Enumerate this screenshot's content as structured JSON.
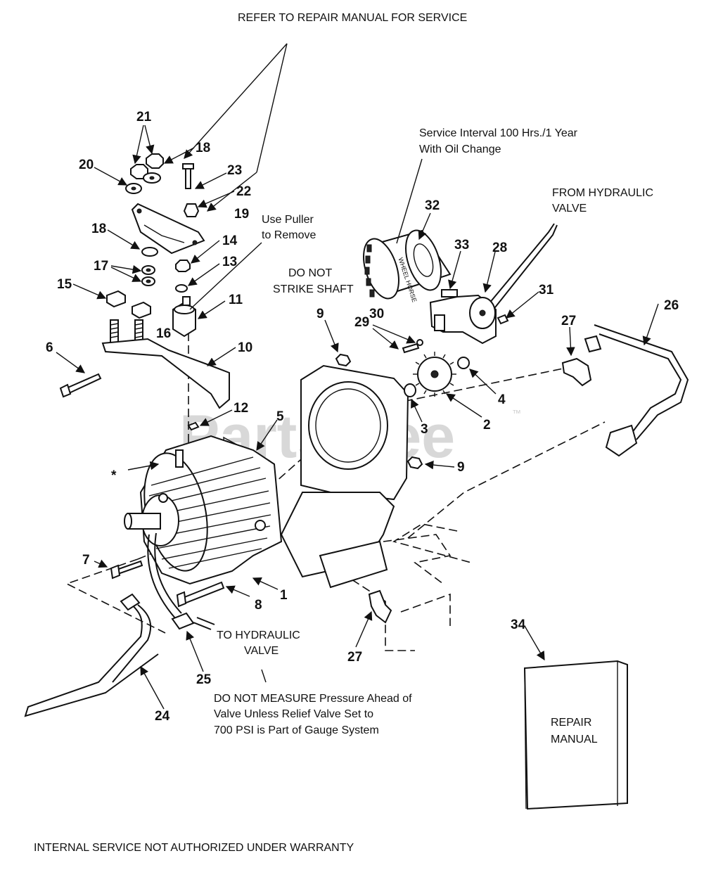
{
  "notes": {
    "header": "REFER TO REPAIR MANUAL FOR SERVICE",
    "footer": "INTERNAL SERVICE NOT AUTHORIZED UNDER WARRANTY",
    "service_interval_line1": "Service Interval 100 Hrs./1 Year",
    "service_interval_line2": "With Oil Change",
    "from_valve_line1": "FROM HYDRAULIC",
    "from_valve_line2": "VALVE",
    "puller_line1": "Use Puller",
    "puller_line2": "to Remove",
    "strike_line1": "DO NOT",
    "strike_line2": "STRIKE SHAFT",
    "to_valve_line1": "TO HYDRAULIC",
    "to_valve_line2": "VALVE",
    "measure_line1": "DO NOT MEASURE Pressure Ahead of",
    "measure_line2": "Valve Unless Relief Valve Set to",
    "measure_line3": "700 PSI is Part of Gauge System",
    "manual_line1": "REPAIR",
    "manual_line2": "MANUAL",
    "filter_brand": "WHEEL HORSE"
  },
  "callouts": {
    "c1": "1",
    "c2": "2",
    "c3": "3",
    "c4": "4",
    "c5": "5",
    "c6": "6",
    "c7": "7",
    "c8": "8",
    "c9a": "9",
    "c9b": "9",
    "c10": "10",
    "c11": "11",
    "c12": "12",
    "c13": "13",
    "c14": "14",
    "c15": "15",
    "c16": "16",
    "c17": "17",
    "c18a": "18",
    "c18b": "18",
    "c19": "19",
    "c20": "20",
    "c21": "21",
    "c22": "22",
    "c23": "23",
    "c24": "24",
    "c25": "25",
    "c26": "26",
    "c27a": "27",
    "c27b": "27",
    "c28": "28",
    "c29": "29",
    "c30": "30",
    "c31": "31",
    "c32": "32",
    "c33": "33",
    "c34": "34",
    "asterisk": "*"
  },
  "watermark": {
    "text": "PartsTree",
    "tm": "™"
  }
}
